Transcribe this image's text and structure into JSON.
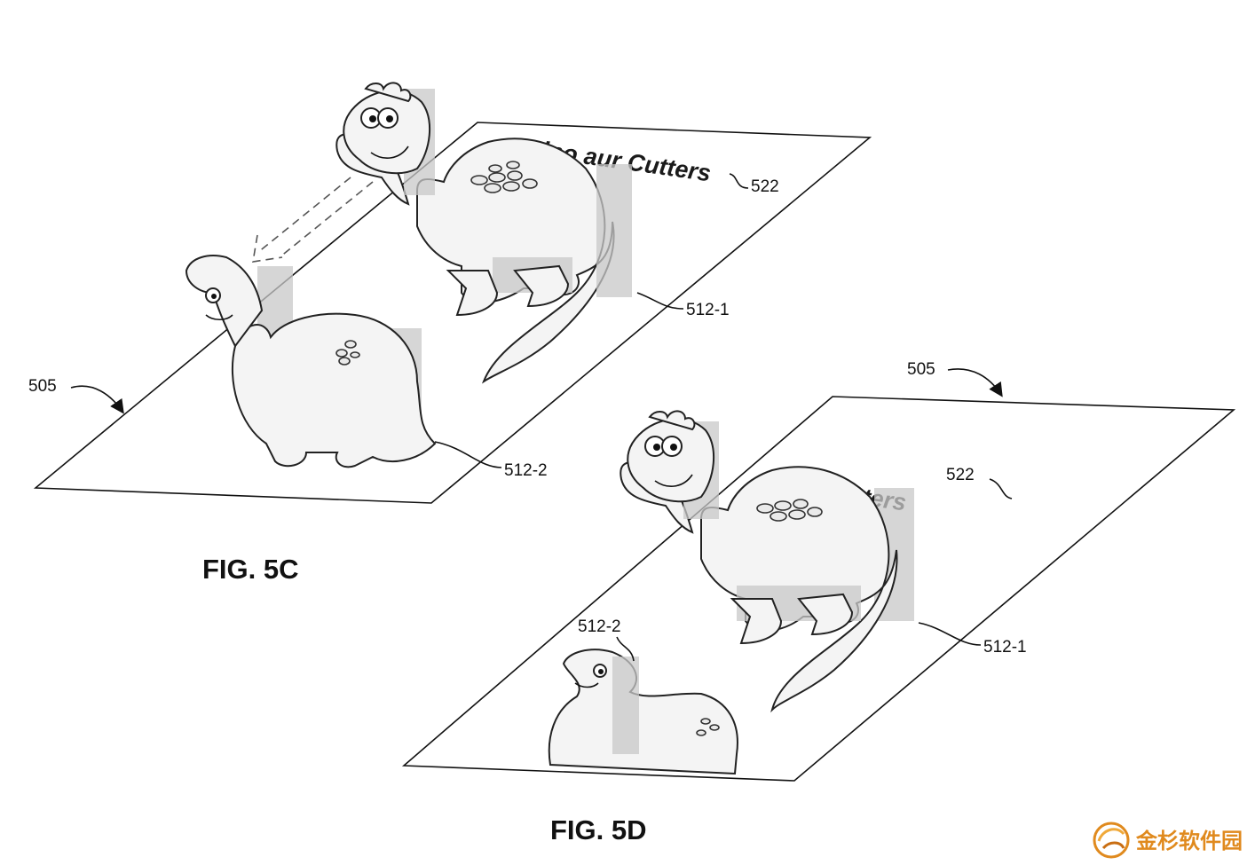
{
  "figures": {
    "fig_5c": {
      "title": "FIG. 5C",
      "labels": {
        "surface": "505",
        "text_ref": "522",
        "object_1": "512-1",
        "object_2": "512-2"
      },
      "printed_text_visible": "Dino   aur Cutters"
    },
    "fig_5d": {
      "title": "FIG. 5D",
      "labels": {
        "surface": "505",
        "text_ref": "522",
        "object_1": "512-1",
        "object_2": "512-2"
      },
      "printed_text_visible": "F      a  Cutters"
    }
  },
  "watermark": {
    "text": "金杉软件园",
    "color": "#e08a1e"
  }
}
